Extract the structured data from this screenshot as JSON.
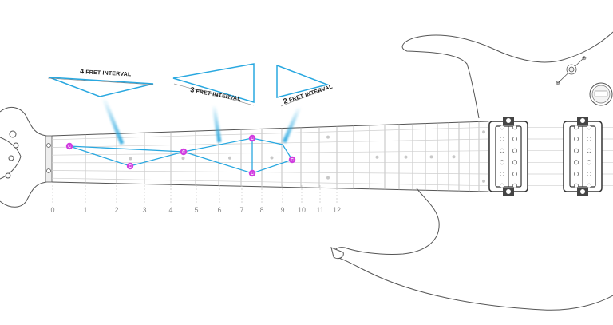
{
  "diagram": {
    "intervals": [
      {
        "num": "4",
        "label": "FRET INTERVAL"
      },
      {
        "num": "3",
        "label": "FRET INTERVAL"
      },
      {
        "num": "2",
        "label": "FRET INTERVAL"
      }
    ],
    "fret_numbers": [
      "0",
      "1",
      "2",
      "3",
      "4",
      "5",
      "6",
      "7",
      "8",
      "9",
      "10",
      "11",
      "12"
    ],
    "note_label": "C",
    "colors": {
      "interval_line": "#29a8e0",
      "note_marker": "#d13fe0",
      "outline": "#444444",
      "fret_line": "#bbbbbb"
    }
  }
}
